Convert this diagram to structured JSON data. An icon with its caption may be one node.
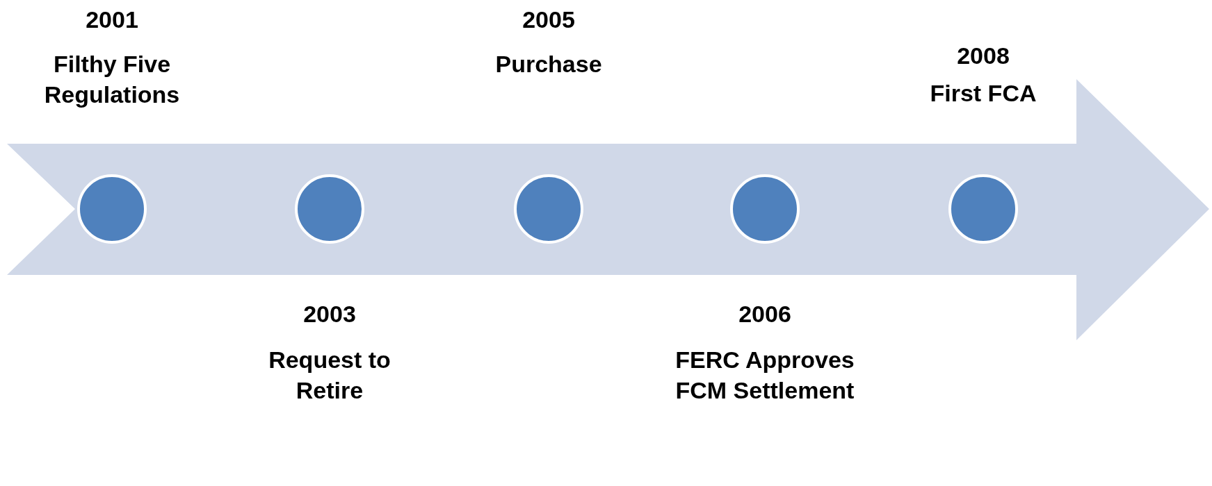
{
  "diagram": {
    "nodes": [
      {
        "text": [],
        "shape": "circle",
        "beside": [
          "2001",
          "Filthy Five Regulations"
        ]
      },
      {
        "text": [],
        "shape": "circle",
        "beside": [
          "2003",
          "Request to Retire"
        ]
      },
      {
        "text": [],
        "shape": "circle",
        "beside": [
          "2005",
          "Purchase"
        ]
      },
      {
        "text": [],
        "shape": "circle",
        "beside": [
          "2006",
          "FERC Approves FCM Settlement"
        ]
      },
      {
        "text": [],
        "shape": "circle",
        "beside": [
          "2008",
          "First FCA"
        ]
      }
    ]
  }
}
